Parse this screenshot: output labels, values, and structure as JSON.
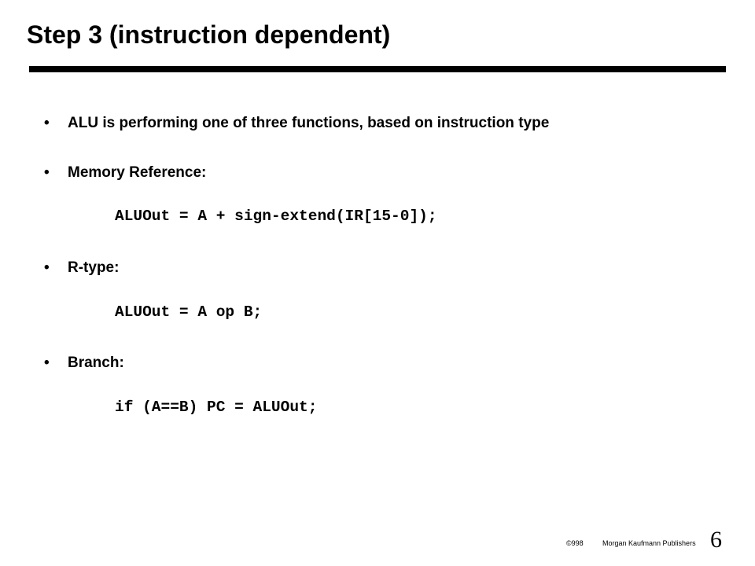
{
  "slide": {
    "title": "Step 3 (instruction dependent)",
    "bullets": [
      {
        "marker": "•",
        "text": "ALU is performing one of three functions, based on instruction type",
        "code": ""
      },
      {
        "marker": "•",
        "text": "Memory Reference:",
        "code": "ALUOut = A + sign-extend(IR[15-0]);"
      },
      {
        "marker": "•",
        "text": "R-type:",
        "code": "ALUOut = A op B;"
      },
      {
        "marker": "•",
        "text": "Branch:",
        "code": "if (A==B) PC = ALUOut;"
      }
    ]
  },
  "footer": {
    "copyright": "©998",
    "publisher": "Morgan Kaufmann Publishers",
    "page_number": "6"
  }
}
